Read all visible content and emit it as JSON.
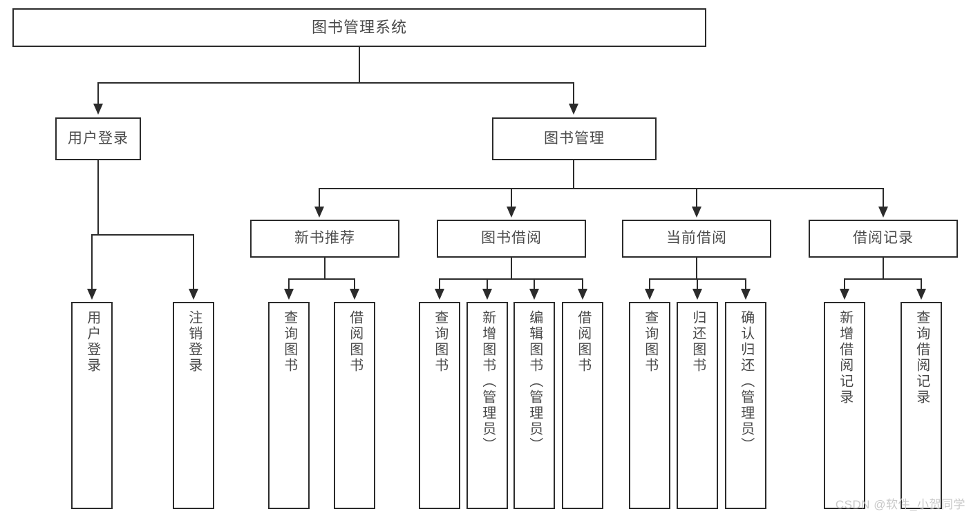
{
  "diagram": {
    "type": "tree-hierarchy-chart",
    "title": "图书管理系统",
    "watermark": "CSDN @软件_小贺同学",
    "colors": {
      "box_border": "#2b2b2b",
      "box_fill": "#ffffff",
      "text": "#4a4a4a",
      "connector": "#2b2b2b",
      "watermark": "#c9c9c9",
      "background": "#ffffff"
    },
    "levels": [
      {
        "level": 1,
        "labels": [
          "图书管理系统"
        ]
      },
      {
        "level": 2,
        "labels": [
          "用户登录",
          "图书管理"
        ]
      },
      {
        "level": 3,
        "labels": [
          "新书推荐",
          "图书借阅",
          "当前借阅",
          "借阅记录"
        ]
      },
      {
        "level": 4,
        "labels": [
          "用户登录",
          "注销登录",
          "查询图书",
          "借阅图书",
          "查询图书",
          "新增图书（管理员）",
          "编辑图书（管理员）",
          "借阅图书",
          "查询图书",
          "归还图书",
          "确认归还（管理员）",
          "新增借阅记录",
          "查询借阅记录"
        ]
      }
    ],
    "nodes": {
      "root": {
        "label": "图书管理系统"
      },
      "l2": [
        {
          "label": "用户登录"
        },
        {
          "label": "图书管理"
        }
      ],
      "l3": [
        {
          "label": "新书推荐"
        },
        {
          "label": "图书借阅"
        },
        {
          "label": "当前借阅"
        },
        {
          "label": "借阅记录"
        }
      ],
      "leaves_user_login": [
        {
          "label": "用户登录"
        },
        {
          "label": "注销登录"
        }
      ],
      "leaves_new_book": [
        {
          "label": "查询图书"
        },
        {
          "label": "借阅图书"
        }
      ],
      "leaves_borrow": [
        {
          "label": "查询图书"
        },
        {
          "label": "新增图书（管理员）"
        },
        {
          "label": "编辑图书（管理员）"
        },
        {
          "label": "借阅图书"
        }
      ],
      "leaves_current": [
        {
          "label": "查询图书"
        },
        {
          "label": "归还图书"
        },
        {
          "label": "确认归还（管理员）"
        }
      ],
      "leaves_record": [
        {
          "label": "新增借阅记录"
        },
        {
          "label": "查询借阅记录"
        }
      ]
    },
    "edges": [
      {
        "from": "图书管理系统",
        "to": "用户登录"
      },
      {
        "from": "图书管理系统",
        "to": "图书管理"
      },
      {
        "from": "用户登录",
        "to": "用户登录"
      },
      {
        "from": "用户登录",
        "to": "注销登录"
      },
      {
        "from": "图书管理",
        "to": "新书推荐"
      },
      {
        "from": "图书管理",
        "to": "图书借阅"
      },
      {
        "from": "图书管理",
        "to": "当前借阅"
      },
      {
        "from": "图书管理",
        "to": "借阅记录"
      },
      {
        "from": "新书推荐",
        "to": "查询图书"
      },
      {
        "from": "新书推荐",
        "to": "借阅图书"
      },
      {
        "from": "图书借阅",
        "to": "查询图书"
      },
      {
        "from": "图书借阅",
        "to": "新增图书（管理员）"
      },
      {
        "from": "图书借阅",
        "to": "编辑图书（管理员）"
      },
      {
        "from": "图书借阅",
        "to": "借阅图书"
      },
      {
        "from": "当前借阅",
        "to": "查询图书"
      },
      {
        "from": "当前借阅",
        "to": "归还图书"
      },
      {
        "from": "当前借阅",
        "to": "确认归还（管理员）"
      },
      {
        "from": "借阅记录",
        "to": "新增借阅记录"
      },
      {
        "from": "借阅记录",
        "to": "查询借阅记录"
      }
    ]
  }
}
